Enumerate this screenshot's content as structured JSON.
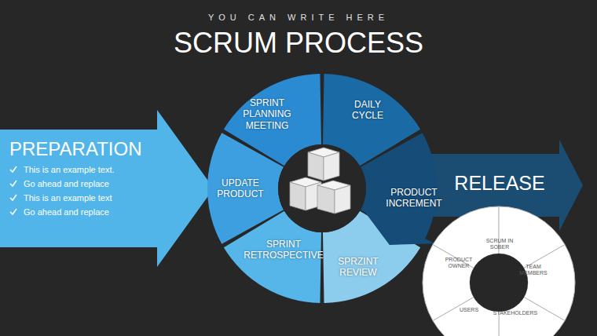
{
  "diagram": {
    "title": "SCRUM PROCESS",
    "nodes": [
      {
        "text": [
          "PREPARATION",
          "This is an example text.",
          "Go ahead and replace",
          "This is an example text",
          "Go ahead and replace"
        ]
      },
      {
        "text": [
          "SPRINT PLANNING MEETING"
        ]
      },
      {
        "text": [
          "DAILY CYCLE"
        ]
      },
      {
        "text": [
          "PRODUCT INCREMENT"
        ]
      },
      {
        "text": [
          "SPRZINT REVIEW"
        ]
      },
      {
        "text": [
          "SPRINT RETROSPECTIVE"
        ]
      },
      {
        "text": [
          "UPDATE PRODUCT"
        ]
      },
      {
        "text": [
          "RELEASE"
        ]
      },
      {
        "text": [
          "PRODUCT OWNER"
        ]
      },
      {
        "text": [
          "SCRUM IN SOBER"
        ]
      },
      {
        "text": [
          "TEAM MEMBERS"
        ]
      },
      {
        "text": [
          "STAKEHOLDERS"
        ]
      },
      {
        "text": [
          "USERS"
        ]
      }
    ],
    "labels": [
      "YOU CAN WRITE HERE"
    ]
  }
}
